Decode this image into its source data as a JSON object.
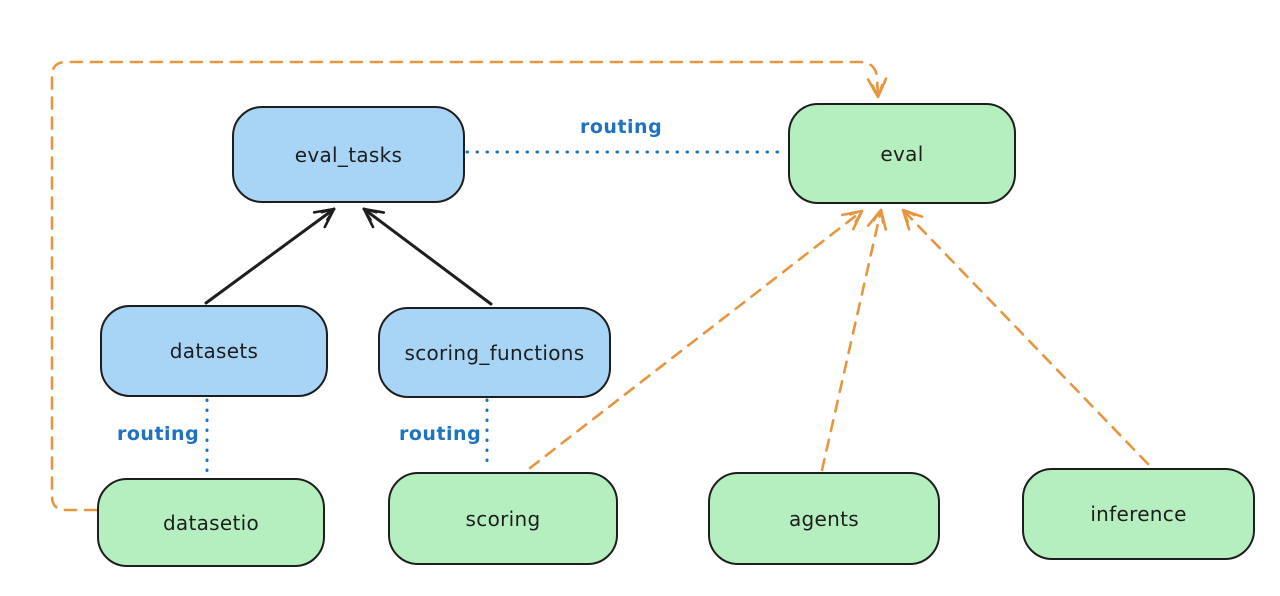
{
  "diagram": {
    "title": "",
    "colors": {
      "registry_fill_blue": "#a8d4f5",
      "provider_fill_green": "#b5efbf",
      "node_stroke": "#1e1e1e",
      "routing_blue": "#1f72c1",
      "dashed_orange": "#e8953f",
      "background": "#ffffff"
    },
    "nodes": [
      {
        "id": "eval_tasks",
        "label": "eval_tasks",
        "kind": "blue"
      },
      {
        "id": "eval",
        "label": "eval",
        "kind": "green"
      },
      {
        "id": "datasets",
        "label": "datasets",
        "kind": "blue"
      },
      {
        "id": "scoring_functions",
        "label": "scoring_functions",
        "kind": "blue"
      },
      {
        "id": "datasetio",
        "label": "datasetio",
        "kind": "green"
      },
      {
        "id": "scoring",
        "label": "scoring",
        "kind": "green"
      },
      {
        "id": "agents",
        "label": "agents",
        "kind": "green"
      },
      {
        "id": "inference",
        "label": "inference",
        "kind": "green"
      }
    ],
    "edges": [
      {
        "from": "datasets",
        "to": "eval_tasks",
        "style": "solid-black-arrow",
        "label": ""
      },
      {
        "from": "scoring_functions",
        "to": "eval_tasks",
        "style": "solid-black-arrow",
        "label": ""
      },
      {
        "from": "eval_tasks",
        "to": "eval",
        "style": "dotted-blue",
        "label": "routing"
      },
      {
        "from": "datasets",
        "to": "datasetio",
        "style": "dotted-blue",
        "label": "routing"
      },
      {
        "from": "scoring_functions",
        "to": "scoring",
        "style": "dotted-blue",
        "label": "routing"
      },
      {
        "from": "datasetio",
        "to": "eval",
        "style": "dashed-orange-arrow",
        "label": ""
      },
      {
        "from": "scoring",
        "to": "eval",
        "style": "dashed-orange-arrow",
        "label": ""
      },
      {
        "from": "agents",
        "to": "eval",
        "style": "dashed-orange-arrow",
        "label": ""
      },
      {
        "from": "inference",
        "to": "eval",
        "style": "dashed-orange-arrow",
        "label": ""
      }
    ]
  }
}
